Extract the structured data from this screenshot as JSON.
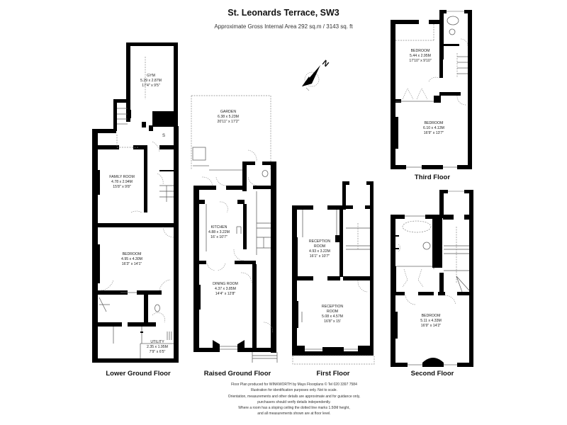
{
  "header": {
    "title": "St. Leonards Terrace, SW3",
    "subtitle": "Approximate Gross Internal Area 292 sq.m  /  3143 sq. ft"
  },
  "compass": {
    "icon": "north-arrow-icon",
    "label": "N"
  },
  "floors": [
    {
      "name": "Lower Ground Floor",
      "rooms": [
        {
          "name": "GYM",
          "metric": "5.29 x 2.87M",
          "imperial": "17'4\" x 9'5\""
        },
        {
          "name": "FAMILY ROOM",
          "metric": "4.78 x 2.94M",
          "imperial": "15'8\" x 9'8\""
        },
        {
          "name": "BEDROOM",
          "metric": "4.95 x 4.30M",
          "imperial": "16'3\" x 14'1\""
        },
        {
          "name": "UTILITY",
          "metric": "2.35 x 1.95M",
          "imperial": "7'9\" x 6'5\""
        }
      ],
      "annotations": [
        "S"
      ]
    },
    {
      "name": "Raised Ground Floor",
      "rooms": [
        {
          "name": "GARDEN",
          "metric": "6.38 x 5.23M",
          "imperial": "20'11\" x 17'2\""
        },
        {
          "name": "KITCHEN",
          "metric": "4.88 x 3.22M",
          "imperial": "16' x 10'7\""
        },
        {
          "name": "DINING ROOM",
          "metric": "4.37 x 3.85M",
          "imperial": "14'4\" x 12'8\""
        }
      ]
    },
    {
      "name": "First Floor",
      "rooms": [
        {
          "name": "RECEPTION ROOM",
          "metric": "4.93 x 3.22M",
          "imperial": "16'1\" x 10'7\""
        },
        {
          "name": "RECEPTION ROOM",
          "metric": "5.08 x 4.57M",
          "imperial": "16'8\" x 15'"
        }
      ]
    },
    {
      "name": "Second Floor",
      "rooms": [
        {
          "name": "BEDROOM",
          "metric": "5.11 x 4.33M",
          "imperial": "16'9\" x 14'2\""
        }
      ]
    },
    {
      "name": "Third Floor",
      "rooms": [
        {
          "name": "BEDROOM",
          "metric": "5.44 x 2.95M",
          "imperial": "17'10\" x 9'10\""
        },
        {
          "name": "BEDROOM",
          "metric": "6.10 x 4.13M",
          "imperial": "16'9\" x 13'7\""
        }
      ]
    }
  ],
  "disclaimer": [
    "Floor Plan produced for WINKWORTH by Mays Floorplans ©   Tel 020 3397 7584",
    "Illustration for identification purposes only. Not to scale.",
    "Orientation, measurements and other details are approximate and for guidance only,",
    "purchasers should verify details independently.",
    "Where a room has a sloping ceiling the dotted line marks 1.50M height,",
    "and all measurements shown are at floor level."
  ],
  "colors": {
    "wall": "#000000",
    "line": "#555555",
    "dashed": "#777777",
    "background": "#ffffff"
  }
}
